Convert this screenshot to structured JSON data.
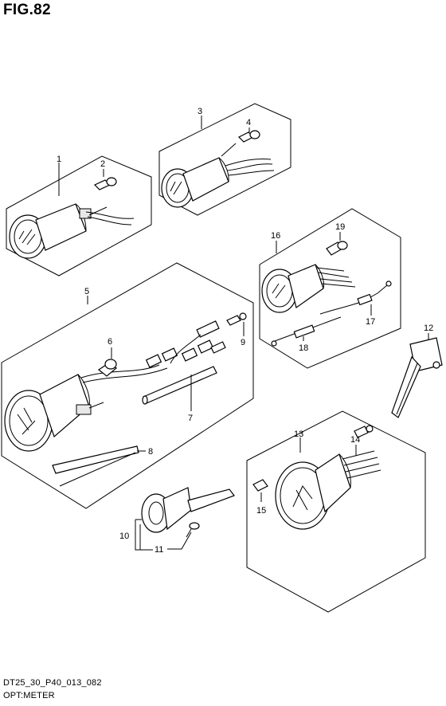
{
  "figure": {
    "title": "FIG.82",
    "code": "DT25_30_P40_013_082",
    "caption": "OPT:METER"
  },
  "callouts": {
    "c1": "1",
    "c2": "2",
    "c3": "3",
    "c4": "4",
    "c5": "5",
    "c6": "6",
    "c7": "7",
    "c8": "8",
    "c9": "9",
    "c10": "10",
    "c11": "11",
    "c12": "12",
    "c13": "13",
    "c14": "14",
    "c15": "15",
    "c16": "16",
    "c17": "17",
    "c18": "18",
    "c19": "19"
  }
}
